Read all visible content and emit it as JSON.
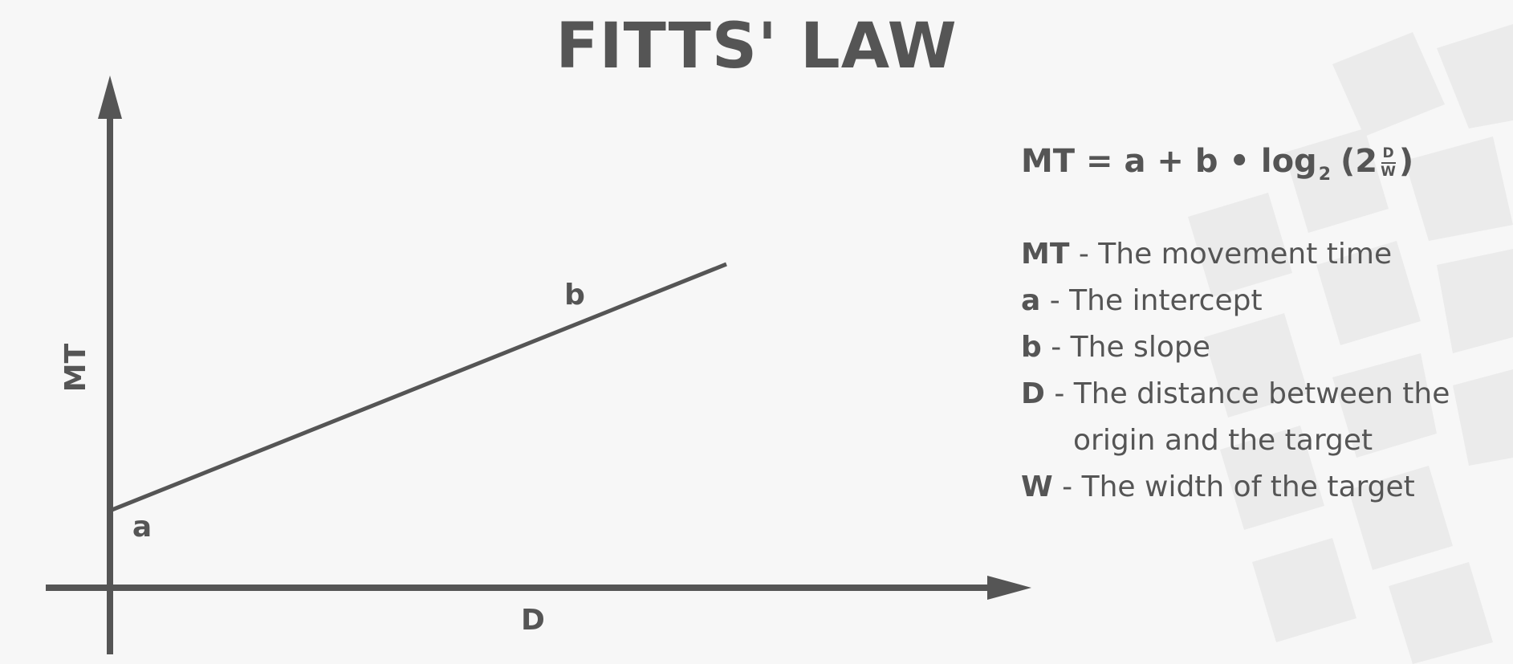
{
  "title": "FITTS' LAW",
  "diagram": {
    "y_axis_label": "MT",
    "x_axis_label": "D",
    "intercept_label": "a",
    "slope_label": "b"
  },
  "formula": {
    "lhs": "MT = a + b • log",
    "subscript": "2",
    "open": "(2",
    "frac_num": "D",
    "frac_den": "W",
    "close": ")"
  },
  "legend": [
    {
      "symbol": "MT",
      "text": " - The movement time"
    },
    {
      "symbol": "a",
      "text": " - The intercept"
    },
    {
      "symbol": "b",
      "text": " - The slope"
    },
    {
      "symbol": "D",
      "text": " - The distance between the",
      "continuation": "origin and the target"
    },
    {
      "symbol": "W",
      "text": " - The width of the target"
    }
  ],
  "colors": {
    "background": "#f7f7f7",
    "ink": "#555555",
    "watermark": "#e9e9e9"
  }
}
